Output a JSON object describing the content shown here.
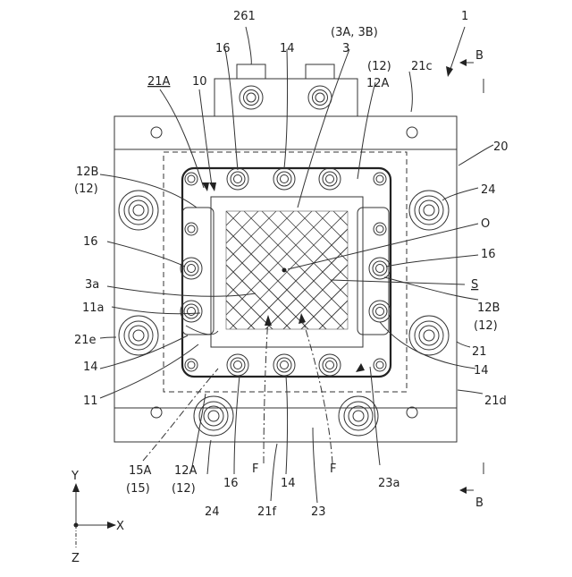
{
  "figure": {
    "labels": {
      "l_1": "1",
      "l_261": "261",
      "l_3a3b": "(3A, 3B)",
      "l_3": "3",
      "l_16_top": "16",
      "l_14_top": "14",
      "l_12_top": "(12)",
      "l_12A_top": "12A",
      "l_21c": "21c",
      "l_21A": "21A",
      "l_10": "10",
      "l_20": "20",
      "l_12B_left": "12B",
      "l_12_left": "(12)",
      "l_24_right": "24",
      "l_O": "O",
      "l_16_left": "16",
      "l_16_right": "16",
      "l_3a": "3a",
      "l_S": "S",
      "l_11a": "11a",
      "l_12B_right": "12B",
      "l_12_right": "(12)",
      "l_21e": "21e",
      "l_21": "21",
      "l_14_left": "14",
      "l_14_right": "14",
      "l_11": "11",
      "l_21d": "21d",
      "l_15A": "15A",
      "l_15": "(15)",
      "l_12A_bottom": "12A",
      "l_12_bottom": "(12)",
      "l_16_bottom": "16",
      "l_14_bottom": "14",
      "l_23a": "23a",
      "l_F_left": "F",
      "l_F_right": "F",
      "l_24_bottom": "24",
      "l_21f": "21f",
      "l_23": "23",
      "l_B_top": "B",
      "l_B_bottom": "B",
      "axis_y": "Y",
      "axis_x": "X",
      "axis_z": "Z"
    }
  }
}
